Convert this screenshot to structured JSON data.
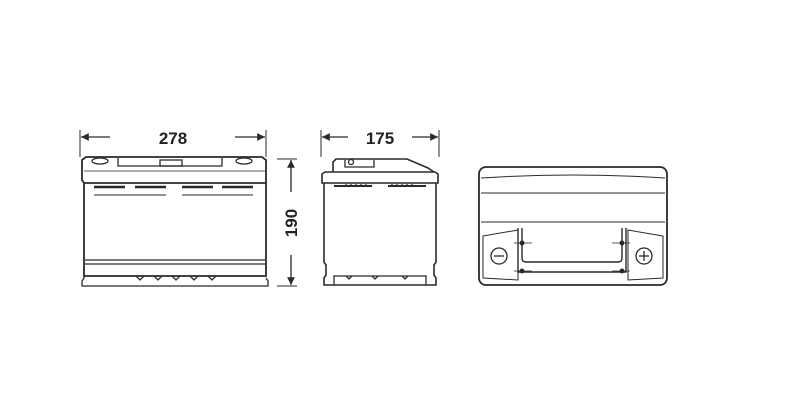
{
  "diagram": {
    "subject": "car battery dimensional drawing",
    "views": [
      {
        "name": "front-view",
        "dimension_label": "278",
        "dimension_axis": "width"
      },
      {
        "name": "side-view",
        "dimension_label": "175",
        "dimension_axis": "depth"
      },
      {
        "name": "top-view"
      }
    ],
    "height_label": "190",
    "terminals": {
      "negative": "−",
      "positive": "+"
    },
    "colors": {
      "line": "#2a2a2a",
      "background": "#ffffff"
    }
  }
}
